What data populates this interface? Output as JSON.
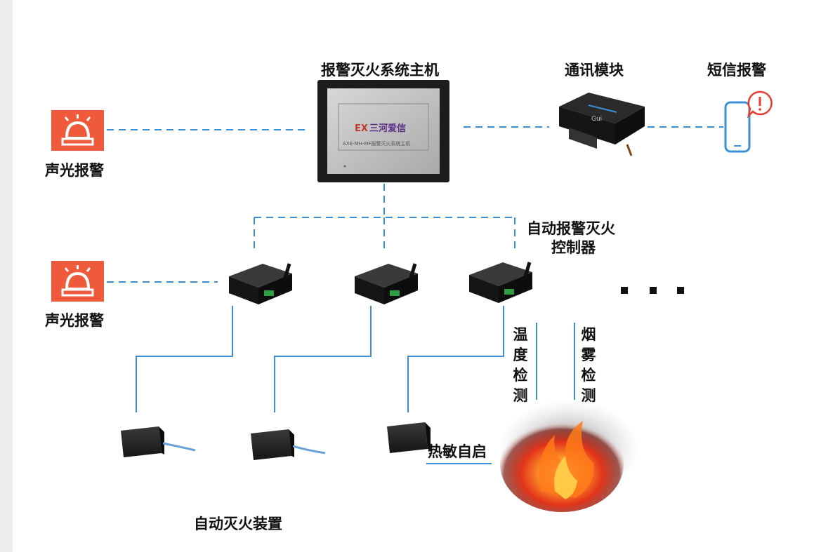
{
  "diagram": {
    "host_title": "报警灭火系统主机",
    "host_brand": "三河爱信",
    "host_subtitle": "AXE-MH-MF报警灭火系统主机",
    "comm_module": "通讯模块",
    "sms_alarm": "短信报警",
    "sound_light_alarm_top": "声光报警",
    "sound_light_alarm_mid": "声光报警",
    "controller_line1": "自动报警灭火",
    "controller_line2": "控制器",
    "ellipsis": "■  ■  ■",
    "temp_detect": "温度检测",
    "smoke_detect": "烟雾检测",
    "thermal_start": "热敏自启",
    "auto_extinguisher": "自动灭火装置"
  },
  "colors": {
    "alarm_red": "#f05a3c",
    "link_blue": "#3a8fd6",
    "device_dark": "#222222"
  },
  "icons": [
    "alarm-light-icon",
    "phone-alert-icon",
    "fire-icon"
  ]
}
